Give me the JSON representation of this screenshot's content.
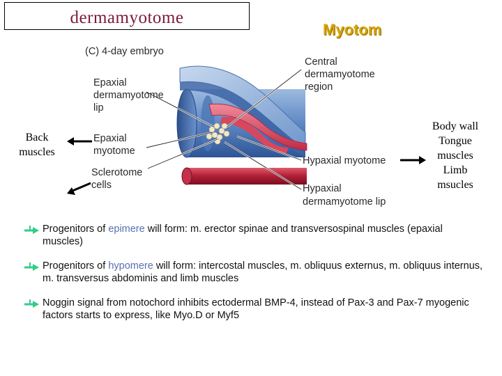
{
  "title": "dermamyotome",
  "subtitle": "Myotom",
  "figure": {
    "caption": "(C)  4-day embryo",
    "labels": {
      "central_l1": "Central",
      "central_l2": "dermamyotome",
      "central_l3": "region",
      "epaxial_lip_l1": "Epaxial",
      "epaxial_lip_l2": "dermamyotome",
      "epaxial_lip_l3": "lip",
      "epaxial_myo_l1": "Epaxial",
      "epaxial_myo_l2": "myotome",
      "sclerotome_l1": "Sclerotome",
      "sclerotome_l2": "cells",
      "hypaxial_myotome": "Hypaxial myotome",
      "hypaxial_lip_l1": "Hypaxial",
      "hypaxial_lip_l2": "dermamyotome lip"
    }
  },
  "left_label": [
    "Back",
    "muscles"
  ],
  "right_label": [
    "Body wall",
    "Tongue",
    "muscles",
    "Limb",
    "msucles"
  ],
  "bullets": [
    {
      "pre": "Progenitors of ",
      "hl": "epimere",
      "post": " will form: m. erector spinae and transversospinal muscles (epaxial muscles)"
    },
    {
      "pre": "Progenitors of ",
      "hl": "hypomere",
      "post": " will form: intercostal muscles, m. obliquus externus, m. obliquus internus, m. transversus abdominis and limb muscles"
    },
    {
      "pre": "",
      "hl": "",
      "post": "Noggin signal from notochord inhibits ectodermal BMP-4, instead of Pax-3 and Pax-7 myogenic factors starts to express, like Myo.D or Myf5"
    }
  ],
  "colors": {
    "title": "#7a1a3a",
    "myotom": "#d9a400",
    "arrow": "#33cc88",
    "highlight": "#5b6fb0"
  }
}
